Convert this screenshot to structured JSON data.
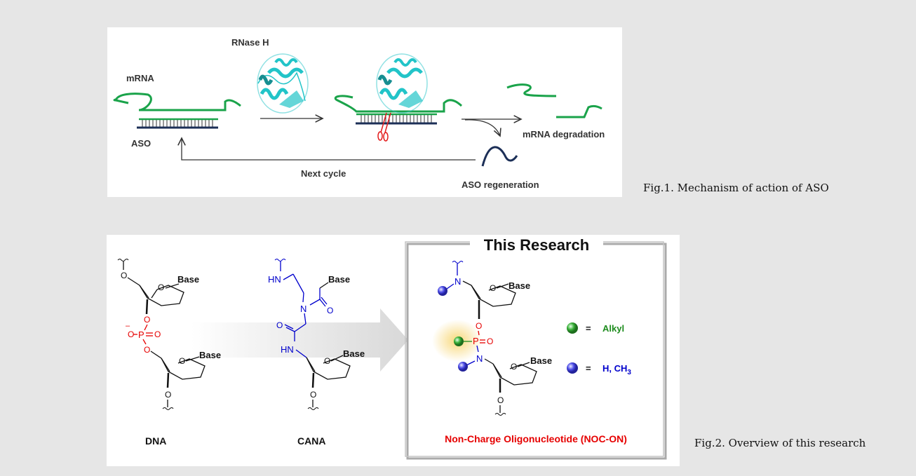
{
  "fig1": {
    "caption": "Fig.1. Mechanism of action of ASO",
    "labels": {
      "rnase": "RNase H",
      "mrna": "mRNA",
      "aso": "ASO",
      "degradation": "mRNA degradation",
      "next_cycle": "Next cycle",
      "regeneration": "ASO regeneration"
    },
    "colors": {
      "mrna": "#1aa34a",
      "aso": "#1c2f57",
      "protein": "#22c4c8",
      "scissors": "#e31b1b"
    }
  },
  "fig2": {
    "caption": "Fig.2. Overview of this research",
    "title": "This Research",
    "names": {
      "dna": "DNA",
      "cana": "CANA",
      "nocon": "Non-Charge Oligonucleotide (NOC-ON)"
    },
    "atoms": {
      "base": "Base",
      "o": "O",
      "p": "P",
      "n": "N",
      "hn": "HN",
      "minus": "–"
    },
    "legend": {
      "eq": "=",
      "alkyl": "Alkyl",
      "h": "H, CH",
      "sub3": "3"
    },
    "colors": {
      "phosphate": "#e60000",
      "amine": "#0000cc",
      "alkyl": "#1e8c1e",
      "highlight": "#f5c842"
    }
  }
}
